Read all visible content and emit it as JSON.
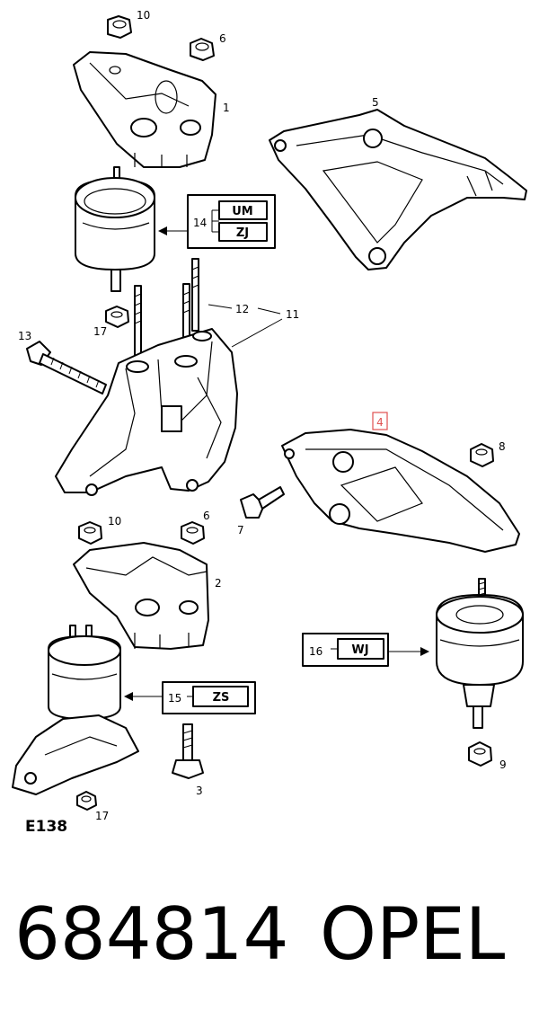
{
  "callouts": {
    "c1": "1",
    "c2": "2",
    "c3": "3",
    "c4": "4",
    "c5": "5",
    "c6a": "6",
    "c6b": "6",
    "c7": "7",
    "c8": "8",
    "c9": "9",
    "c10a": "10",
    "c10b": "10",
    "c11": "11",
    "c12": "12",
    "c13": "13",
    "c14": "14",
    "c15": "15",
    "c16": "16",
    "c17a": "17",
    "c17b": "17"
  },
  "option_codes": {
    "box14_top": "UM",
    "box14_bottom": "ZJ",
    "box15": "ZS",
    "box16": "WJ"
  },
  "figure_id": "E138",
  "footer": {
    "part_number": "684814",
    "brand": "OPEL"
  },
  "colors": {
    "line": "#000000",
    "highlight": "#e05050",
    "background": "#ffffff"
  }
}
